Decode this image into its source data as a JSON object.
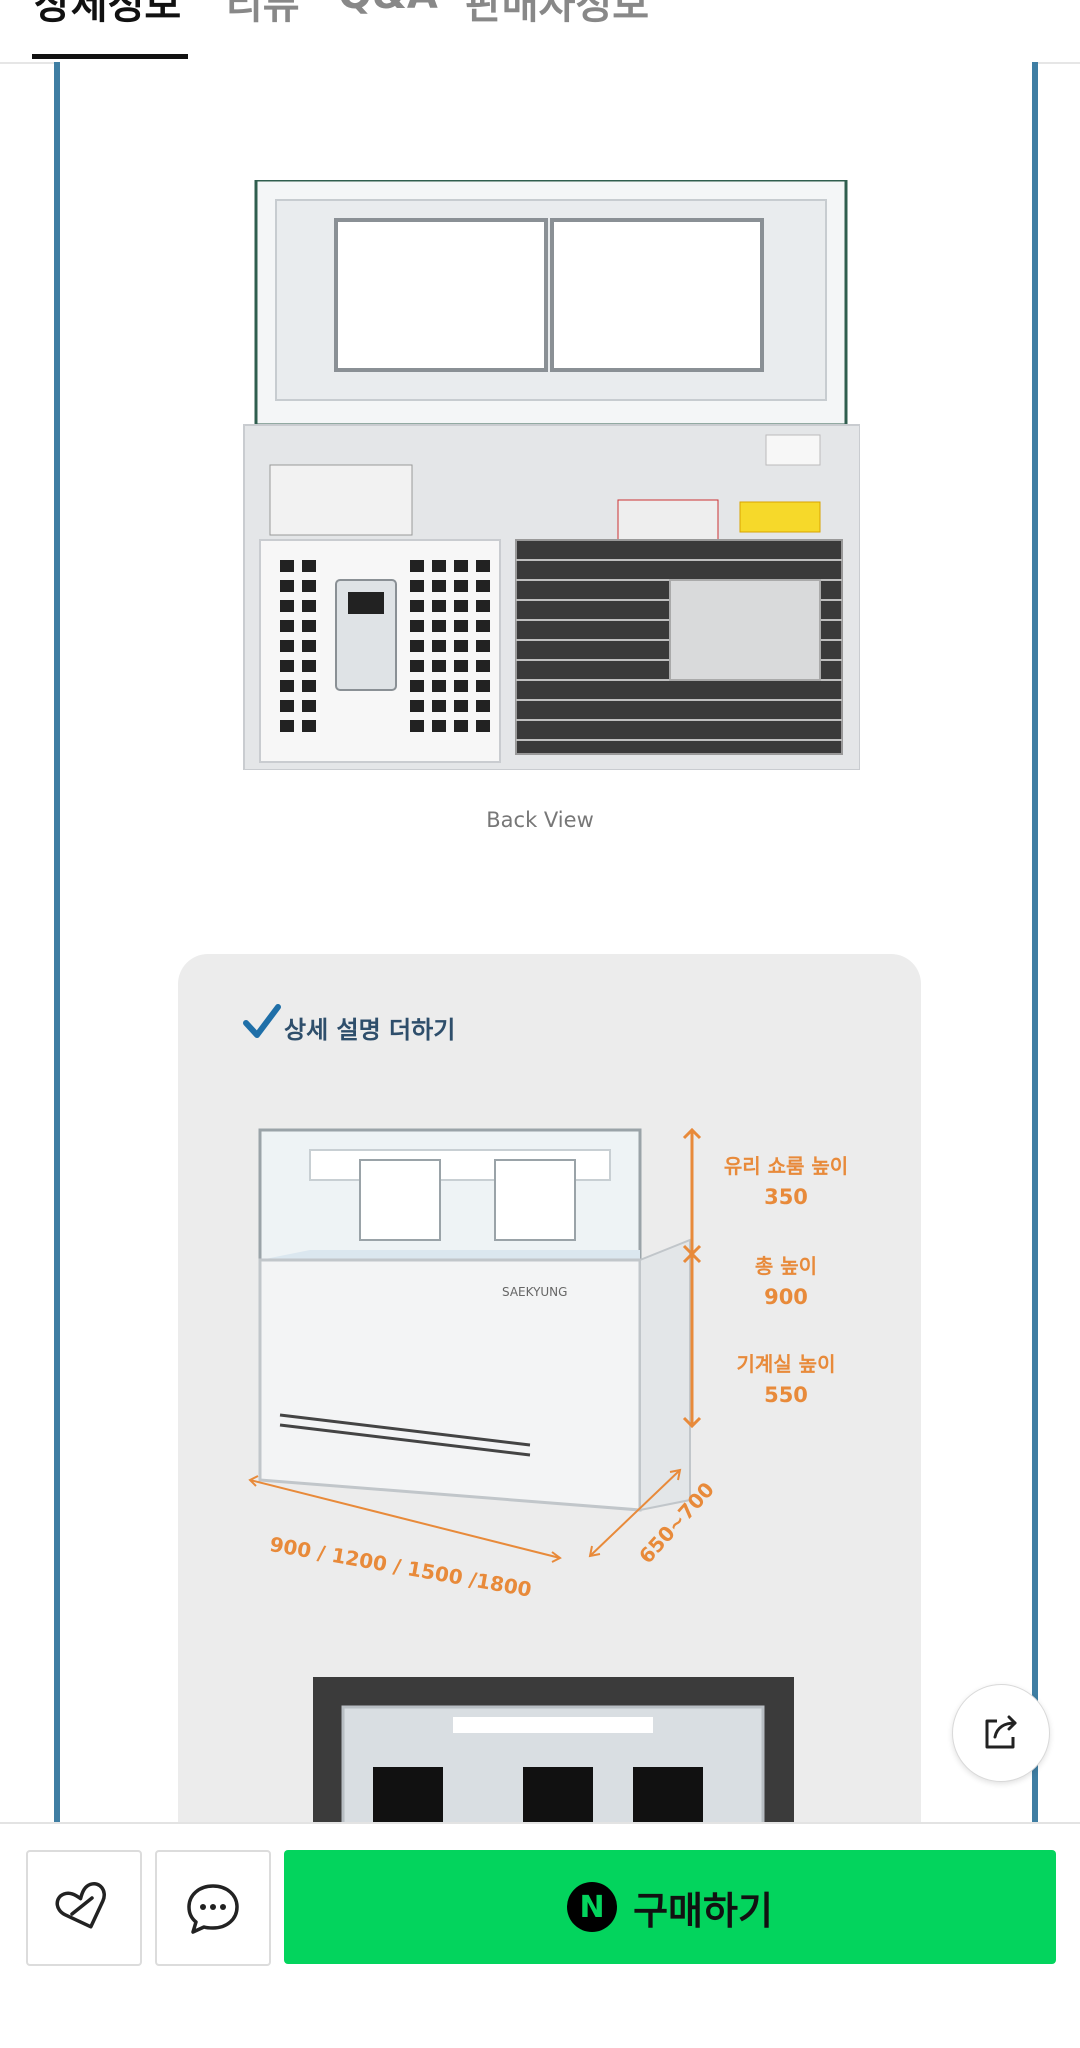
{
  "tabs": [
    {
      "label": "상세정보",
      "active": true
    },
    {
      "label": "리뷰",
      "active": false
    },
    {
      "label": "Q&A",
      "active": false
    },
    {
      "label": "판매자정보",
      "active": false
    }
  ],
  "product": {
    "back_view_caption": "Back View",
    "card_title": "상세 설명 더하기",
    "brand_mark": "SAEKYUNG",
    "dimensions": [
      {
        "label": "유리 쇼룸 높이",
        "value": "350"
      },
      {
        "label": "총 높이",
        "value": "900"
      },
      {
        "label": "기계실 높이",
        "value": "550"
      }
    ],
    "width_options": "900 / 1200 / 1500 /1800",
    "depth_range": "650~700",
    "dimension_color": "#e88a3a"
  },
  "actions": {
    "share_icon": "share-icon",
    "like_icon": "heart-icon",
    "chat_icon": "chat-icon",
    "buy_label": "구매하기",
    "buy_badge": "N",
    "buy_color": "#03d45d"
  },
  "colors": {
    "frame_border": "#3f7ea3",
    "card_bg": "#ececec"
  }
}
